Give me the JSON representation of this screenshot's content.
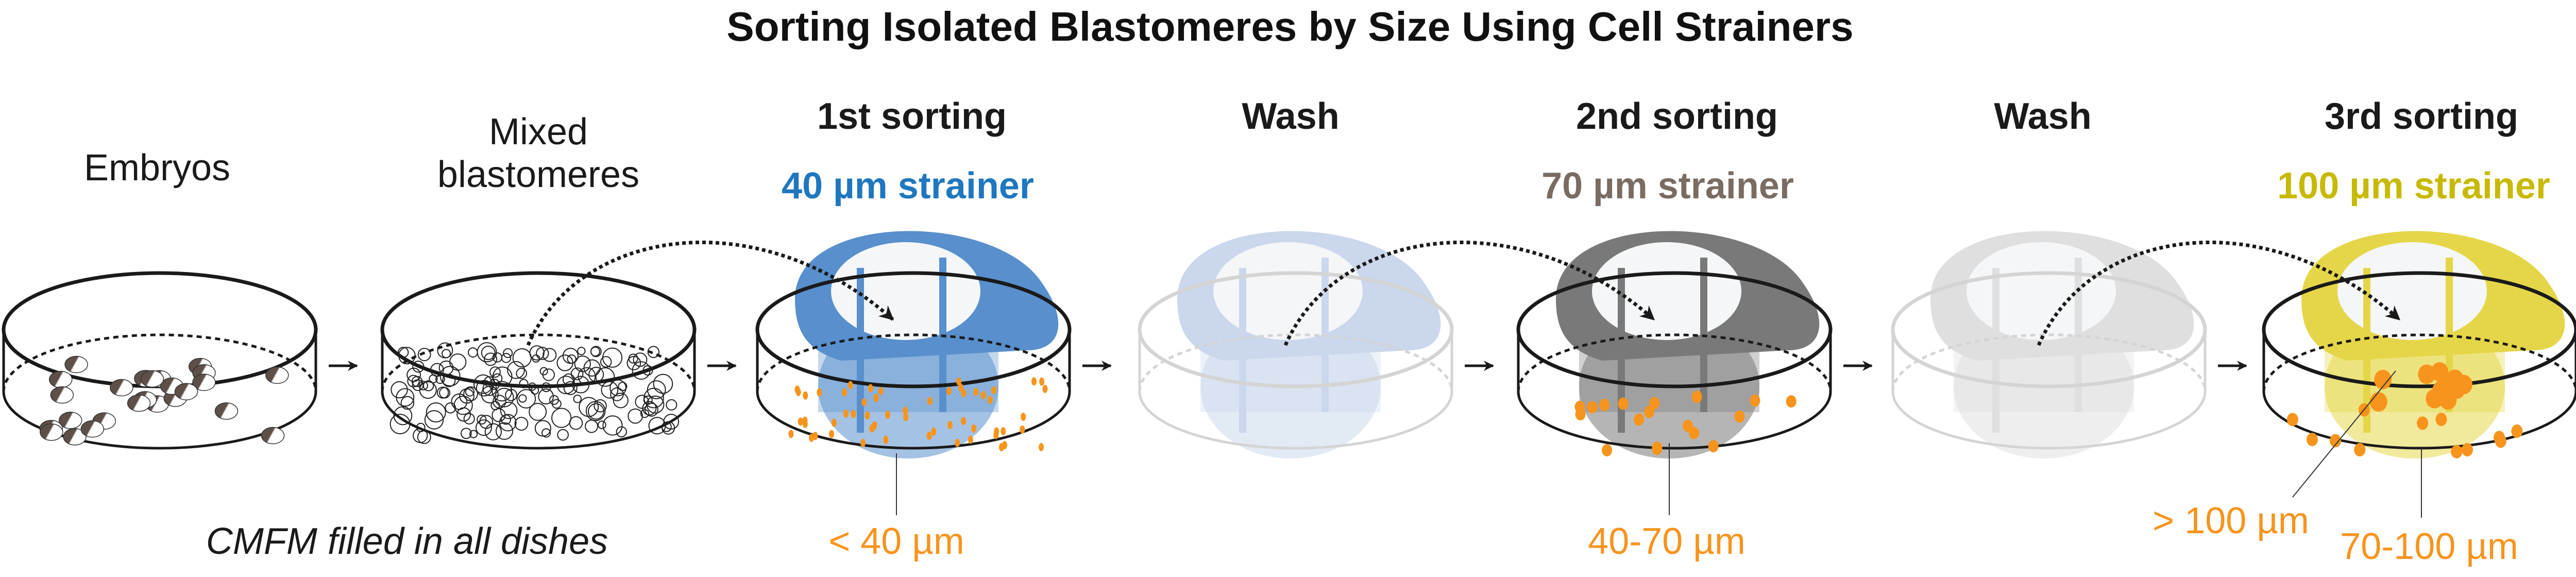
{
  "title": "Sorting Isolated Blastomeres by Size Using Cell Strainers",
  "stages": [
    {
      "label": "Embryos"
    },
    {
      "label": "Mixed blastomeres"
    },
    {
      "label": "1st sorting",
      "strainer": "40 µm strainer",
      "strainer_color": "#1f77c0",
      "strainer_fill": "#4a86c8"
    },
    {
      "label": "Wash",
      "strainer_fill": "#c5d3ea"
    },
    {
      "label": "2nd sorting",
      "strainer": "70 µm strainer",
      "strainer_color": "#7a6c62",
      "strainer_fill": "#6e6e6e"
    },
    {
      "label": "Wash",
      "strainer_fill": "#dcdcdc"
    },
    {
      "label": "3rd sorting",
      "strainer": "100 µm strainer",
      "strainer_color": "#c8b900",
      "strainer_fill": "#e3d33a"
    }
  ],
  "medium_note": "CMFM filled in all dishes",
  "size_labels": {
    "first": "< 40 µm",
    "second": "40-70 µm",
    "third_retained": "> 100 µm",
    "third_passed": "70-100 µm"
  },
  "colors": {
    "cells": "#f7941d",
    "embryo": "#5e5048",
    "outline": "#1a1a1a"
  }
}
